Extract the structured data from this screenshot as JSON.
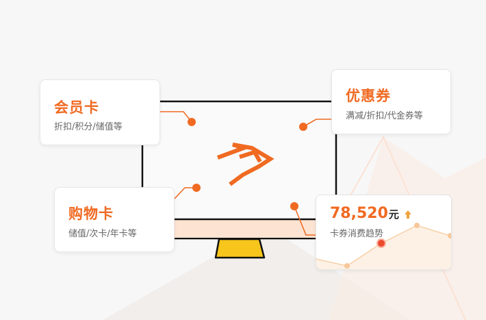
{
  "cards": {
    "member": {
      "title": "会员卡",
      "desc": "折扣/积分/储值等"
    },
    "coupon": {
      "title": "优惠券",
      "desc": "满减/折扣/代金券等"
    },
    "shopping": {
      "title": "购物卡",
      "desc": "储值/次卡/年卡等"
    }
  },
  "trend": {
    "value": "78,520",
    "unit": "元",
    "label": "卡券消费趋势",
    "arrow_icon": "up-arrow-icon"
  },
  "colors": {
    "accent": "#f06a22",
    "stand": "#f7c51b",
    "screen_band": "#fde3d2"
  }
}
